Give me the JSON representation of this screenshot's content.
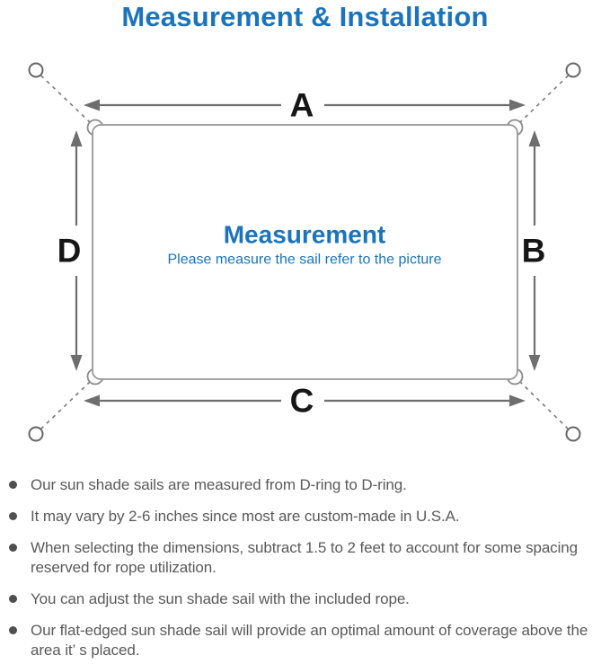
{
  "title": "Measurement & Installation",
  "colors": {
    "accent_blue": "#1b74ba",
    "arrow_gray": "#6e6e6e",
    "note_gray": "#5a5a5a"
  },
  "diagram": {
    "labels": {
      "top": "A",
      "right": "B",
      "bottom": "C",
      "left": "D"
    },
    "center_title": "Measurement",
    "center_subtitle": "Please measure the sail refer to the picture"
  },
  "notes": {
    "items": [
      "Our sun shade sails are measured from D-ring to D-ring.",
      "It may vary by 2-6 inches since most are custom-made in U.S.A.",
      "When selecting the dimensions, subtract 1.5 to 2 feet to account for some spacing reserved for rope utilization.",
      "You can adjust the sun shade sail with the included rope.",
      "Our flat-edged sun shade sail will provide an optimal amount of coverage above the area it’ s placed."
    ]
  }
}
